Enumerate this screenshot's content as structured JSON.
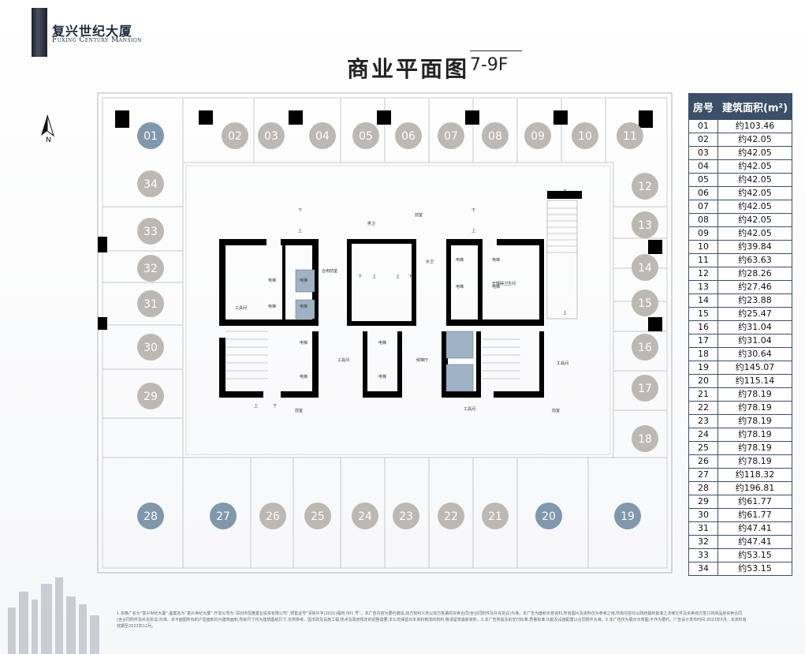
{
  "brand": {
    "name_cn": "复兴世纪大厦",
    "name_en": "Fuxing Century Mansion"
  },
  "title": "商业平面图",
  "floors": "7-9F",
  "compass_label": "N",
  "colors": {
    "highlight": "#7f98ac",
    "unit_circle": "#bcb8b4",
    "table_header": "#3b4f68",
    "pillar": "#000000",
    "elevator": "#9fb3c6"
  },
  "rooms": [
    {
      "no": "01",
      "area": "约103.46",
      "highlight": true
    },
    {
      "no": "02",
      "area": "约42.05",
      "highlight": false
    },
    {
      "no": "03",
      "area": "约42.05",
      "highlight": false
    },
    {
      "no": "04",
      "area": "约42.05",
      "highlight": false
    },
    {
      "no": "05",
      "area": "约42.05",
      "highlight": false
    },
    {
      "no": "06",
      "area": "约42.05",
      "highlight": false
    },
    {
      "no": "07",
      "area": "约42.05",
      "highlight": false
    },
    {
      "no": "08",
      "area": "约42.05",
      "highlight": false
    },
    {
      "no": "09",
      "area": "约42.05",
      "highlight": false
    },
    {
      "no": "10",
      "area": "约39.84",
      "highlight": false
    },
    {
      "no": "11",
      "area": "约63.63",
      "highlight": false
    },
    {
      "no": "12",
      "area": "约28.26",
      "highlight": false
    },
    {
      "no": "13",
      "area": "约27.46",
      "highlight": false
    },
    {
      "no": "14",
      "area": "约23.88",
      "highlight": false
    },
    {
      "no": "15",
      "area": "约25.47",
      "highlight": false
    },
    {
      "no": "16",
      "area": "约31.04",
      "highlight": false
    },
    {
      "no": "17",
      "area": "约31.04",
      "highlight": false
    },
    {
      "no": "18",
      "area": "约30.64",
      "highlight": false
    },
    {
      "no": "19",
      "area": "约145.07",
      "highlight": true
    },
    {
      "no": "20",
      "area": "约115.14",
      "highlight": true
    },
    {
      "no": "21",
      "area": "约78.19",
      "highlight": false
    },
    {
      "no": "22",
      "area": "约78.19",
      "highlight": false
    },
    {
      "no": "23",
      "area": "约78.19",
      "highlight": false
    },
    {
      "no": "24",
      "area": "约78.19",
      "highlight": false
    },
    {
      "no": "25",
      "area": "约78.19",
      "highlight": false
    },
    {
      "no": "26",
      "area": "约78.19",
      "highlight": false
    },
    {
      "no": "27",
      "area": "约118.32",
      "highlight": true
    },
    {
      "no": "28",
      "area": "约196.81",
      "highlight": true
    },
    {
      "no": "29",
      "area": "约61.77",
      "highlight": false
    },
    {
      "no": "30",
      "area": "约61.77",
      "highlight": false
    },
    {
      "no": "31",
      "area": "约47.41",
      "highlight": false
    },
    {
      "no": "32",
      "area": "约47.41",
      "highlight": false
    },
    {
      "no": "33",
      "area": "约53.15",
      "highlight": false
    },
    {
      "no": "34",
      "area": "约53.15",
      "highlight": false
    }
  ],
  "table": {
    "col_no": "房号",
    "col_area": "建筑面积(m²)"
  },
  "core_labels": [
    "电梯",
    "电梯",
    "电梯",
    "电梯",
    "电梯",
    "电梯",
    "电梯",
    "电梯",
    "电梯",
    "电梯",
    "电梯",
    "电梯",
    "合用前室",
    "工具间",
    "工具间",
    "工具间",
    "工具间",
    "男卫",
    "女卫",
    "前室",
    "前室",
    "前室",
    "候梯厅",
    "无障碍卫生间",
    "上",
    "下",
    "上",
    "下",
    "上",
    "下",
    "上",
    "下",
    "上",
    "下",
    "上",
    "下"
  ],
  "footnote": "1.本推广名为“复兴世纪大厦”,备案名为“复兴世纪大厦”,开发公司为“深圳市恒隆置业投资有限公司”,预售证号“深房许字(2021)福田 001 号”。本广告内容为要约邀请,双方权利义务以双方签署的买卖合同(含合同附件及补充协议)为准。本广告为面积示意资料,所有图片及资料仅为参考之用,所有内容均以政府最终批准之法律文件及买卖双方签订的商品房买卖合同(含合同附件及补充协议)为准。本平面图所标的户型面积均为建筑面积,所标尺寸均为建筑图纸尺寸,仅供参考。因市政及设施工程,技术及政府规定的调整需要,本公司保留对本资料修改的权利,敬请留意最新资料。2.本广告所提及的交付标准,质量标准,功能及设施配置以合同附件为准。3.本广告仅为展示示意图,不作为要约。广告设计发布时间:2023年7月。本资料有效期至2023年12月。"
}
